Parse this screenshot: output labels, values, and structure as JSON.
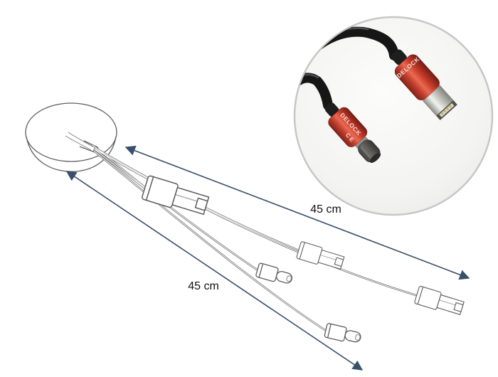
{
  "figure": {
    "type": "product-illustration",
    "dimension_labels": {
      "upper": "45 cm",
      "lower": "45 cm"
    },
    "arrow_color": "#39506b",
    "sketch_line_color": "#5d5d5d",
    "cable_line_color": "#6a6a6a",
    "connectors_drawn": [
      "usb-type-a-plug-large",
      "usb-type-c-plug-mid",
      "usb-type-a-plug-mid",
      "usb-type-a-plug-far",
      "usb-type-c-plug-bottom"
    ]
  },
  "inset": {
    "brand_usb_a": "DELOCK",
    "brand_usb_c": "DELOCK",
    "ce_mark": "CE",
    "colors": {
      "connector_red": "#c0392b",
      "cable_black": "#161616",
      "usb_metal": "#d9d9d2",
      "background": "#f4f4f2",
      "border": "#c7c7c7"
    }
  }
}
